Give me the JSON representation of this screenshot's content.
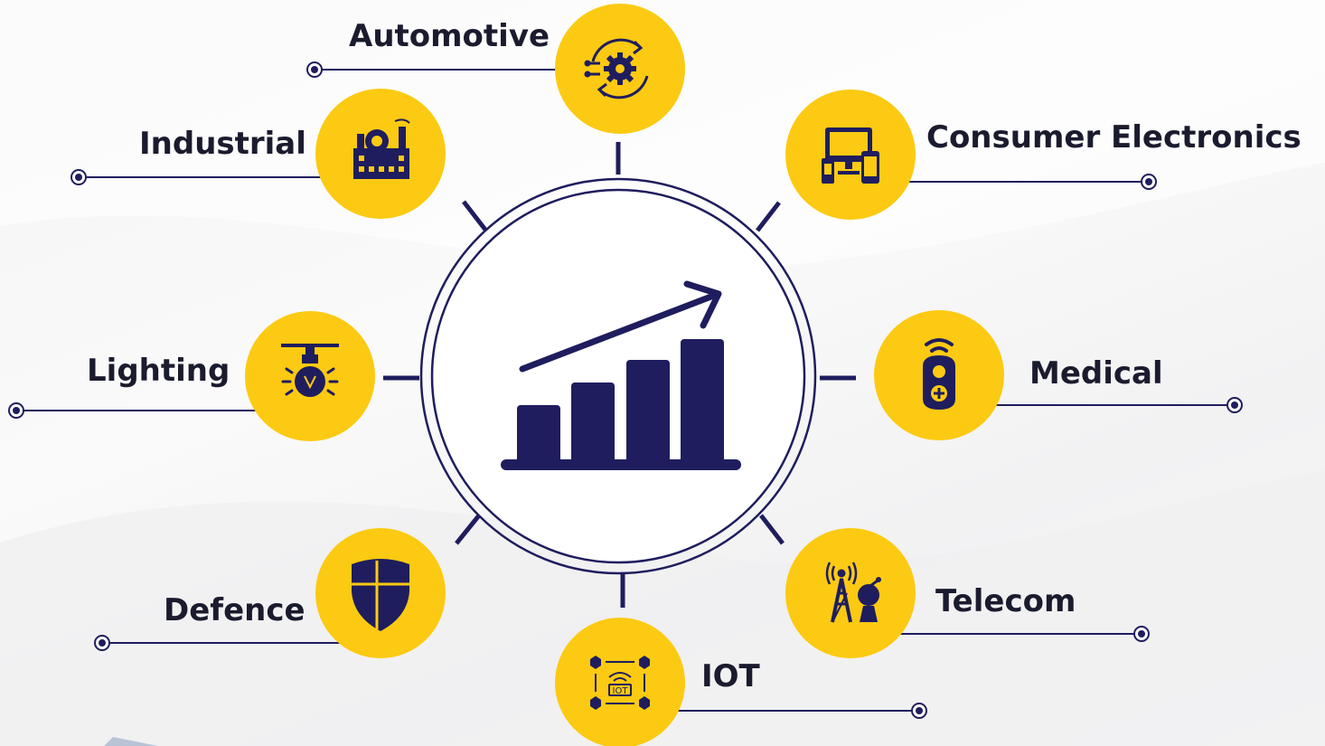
{
  "colors": {
    "navy": "#1f1d5e",
    "yellow": "#fcca12",
    "text": "#1b1b2f"
  },
  "center": {
    "icon": "growth-chart-icon"
  },
  "sectors": [
    {
      "id": "automotive",
      "label": "Automotive",
      "icon": "gear-cycle-icon"
    },
    {
      "id": "industrial",
      "label": "Industrial",
      "icon": "factory-icon"
    },
    {
      "id": "consumer-electronics",
      "label": "Consumer Electronics",
      "icon": "devices-icon"
    },
    {
      "id": "lighting",
      "label": "Lighting",
      "icon": "light-bulb-icon"
    },
    {
      "id": "medical",
      "label": "Medical",
      "icon": "medical-remote-icon"
    },
    {
      "id": "defence",
      "label": "Defence",
      "icon": "shield-icon"
    },
    {
      "id": "telecom",
      "label": "Telecom",
      "icon": "telecom-tower-icon"
    },
    {
      "id": "iot",
      "label": "IOT",
      "icon": "iot-network-icon"
    }
  ]
}
